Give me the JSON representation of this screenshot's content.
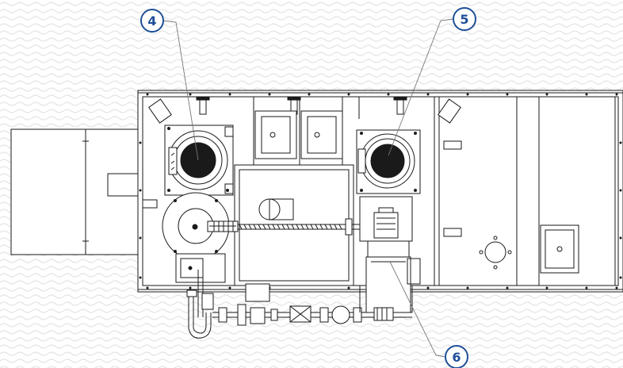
{
  "colors": {
    "background": "#ffffff",
    "pattern": "#e4e4e4",
    "line": "#1a1a1a",
    "callout_border": "#1f4f9a",
    "callout_fill": "#ffffff",
    "callout_text": "#1f4f9a",
    "leader": "#777777"
  },
  "callouts": [
    {
      "id": "callout-4",
      "label": "4"
    },
    {
      "id": "callout-5",
      "label": "5"
    },
    {
      "id": "callout-6",
      "label": "6"
    }
  ]
}
